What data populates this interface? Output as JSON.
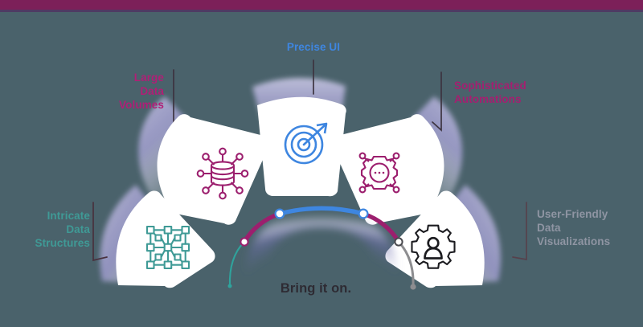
{
  "theme": {
    "background": "#4a626b",
    "top_bar": "#7c2059",
    "petal_fill": "#ffffff",
    "petal_shadow": "#8a8fc4"
  },
  "top_bar": {
    "label": ""
  },
  "diagram": {
    "title": "",
    "center_caption": "Bring it on.",
    "petals": [
      {
        "id": "large-data-volumes",
        "label": "Large\nData\nVolumes",
        "label_color": "#b01f76",
        "icon": "database-network-icon",
        "icon_color": "#9c1f6e",
        "position": "upper-left"
      },
      {
        "id": "precise-ui",
        "label": "Precise UI",
        "label_color": "#3e86e0",
        "icon": "target-arrow-icon",
        "icon_color": "#3e86e0",
        "position": "top-center"
      },
      {
        "id": "sophisticated-automations",
        "label": "Sophisticated\nAutomations",
        "label_color": "#a51f70",
        "icon": "gear-dots-icon",
        "icon_color": "#9c1f6e",
        "position": "upper-right"
      },
      {
        "id": "intricate-data-structures",
        "label": "Intricate\nData\nStructures",
        "label_color": "#3f9a96",
        "icon": "grid-network-icon",
        "icon_color": "#3f9a96",
        "position": "lower-left"
      },
      {
        "id": "user-friendly-data-visualizations",
        "label": "User-Friendly\nData\nVisualizations",
        "label_color": "#8f95a3",
        "icon": "gear-person-icon",
        "icon_color": "#1c1c20",
        "position": "lower-right"
      }
    ],
    "inner_arc": {
      "segments": [
        {
          "name": "teal-tail",
          "color": "#2fa39c"
        },
        {
          "name": "magenta-left",
          "color": "#9c1f6e"
        },
        {
          "name": "blue-top",
          "color": "#3e86e0"
        },
        {
          "name": "magenta-right",
          "color": "#9c1f6e"
        },
        {
          "name": "gray-tail",
          "color": "#8d8d90"
        }
      ],
      "nodes": [
        {
          "name": "node-left",
          "ring": "#9c1f6e",
          "fill": "#ffffff"
        },
        {
          "name": "node-top-left",
          "ring": "#3e86e0",
          "fill": "#ffffff"
        },
        {
          "name": "node-top-right",
          "ring": "#3e86e0",
          "fill": "#ffffff"
        },
        {
          "name": "node-right",
          "ring": "#4a4a4f",
          "fill": "#ffffff"
        },
        {
          "name": "endpoint-teal",
          "ring": "#2fa39c",
          "fill": "#2fa39c"
        },
        {
          "name": "endpoint-gray",
          "ring": "#8d8d90",
          "fill": "#8d8d90"
        }
      ]
    }
  }
}
